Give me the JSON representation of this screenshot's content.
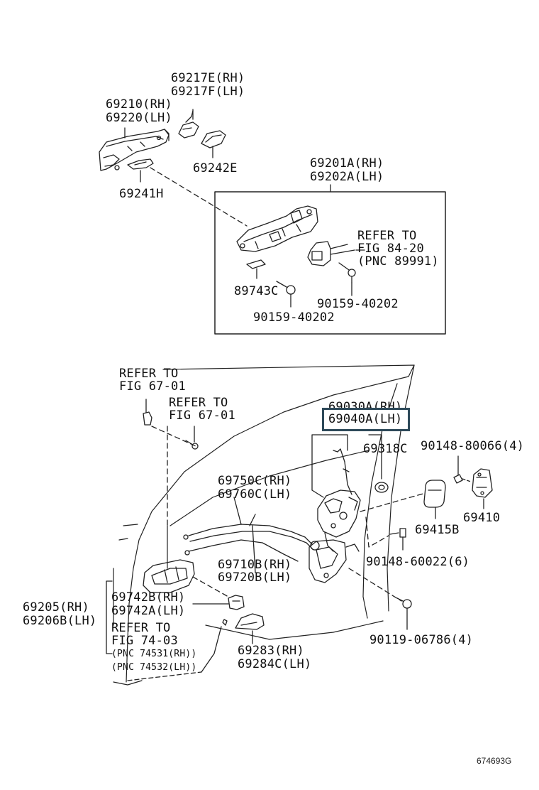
{
  "labels": {
    "p69217": [
      "69217E(RH)",
      "69217F(LH)"
    ],
    "p69210": [
      "69210(RH)",
      "69220(LH)"
    ],
    "p69242": "69242E",
    "p69241": "69241H",
    "p69201": [
      "69201A(RH)",
      "69202A(LH)"
    ],
    "refer_8420": [
      "REFER TO",
      "FIG 84-20",
      "(PNC 89991)"
    ],
    "p89743": "89743C",
    "p90159_right": "90159-40202",
    "p90159_bottom": "90159-40202",
    "refer_6701_a": [
      "REFER TO",
      "FIG 67-01"
    ],
    "refer_6701_b": [
      "REFER TO",
      "FIG 67-01"
    ],
    "p69030": "69030A(RH)",
    "p69040": "69040A(LH)",
    "p69318": "69318C",
    "p90148_80066": "90148-80066(4)",
    "p69750": [
      "69750C(RH)",
      "69760C(LH)"
    ],
    "p69410": "69410",
    "p69415": "69415B",
    "p90148_60022": "90148-60022(6)",
    "p69710": [
      "69710B(RH)",
      "69720B(LH)"
    ],
    "p69742": [
      "69742B(RH)",
      "69742A(LH)"
    ],
    "p69205": [
      "69205(RH)",
      "69206B(LH)"
    ],
    "refer_7403": [
      "REFER TO",
      "FIG 74-03"
    ],
    "pnc_74531": "(PNC 74531(RH))",
    "pnc_74532": "(PNC 74532(LH))",
    "p90119": "90119-06786(4)",
    "p69283": [
      "69283(RH)",
      "69284C(LH)"
    ]
  },
  "figure_code": "674693G"
}
